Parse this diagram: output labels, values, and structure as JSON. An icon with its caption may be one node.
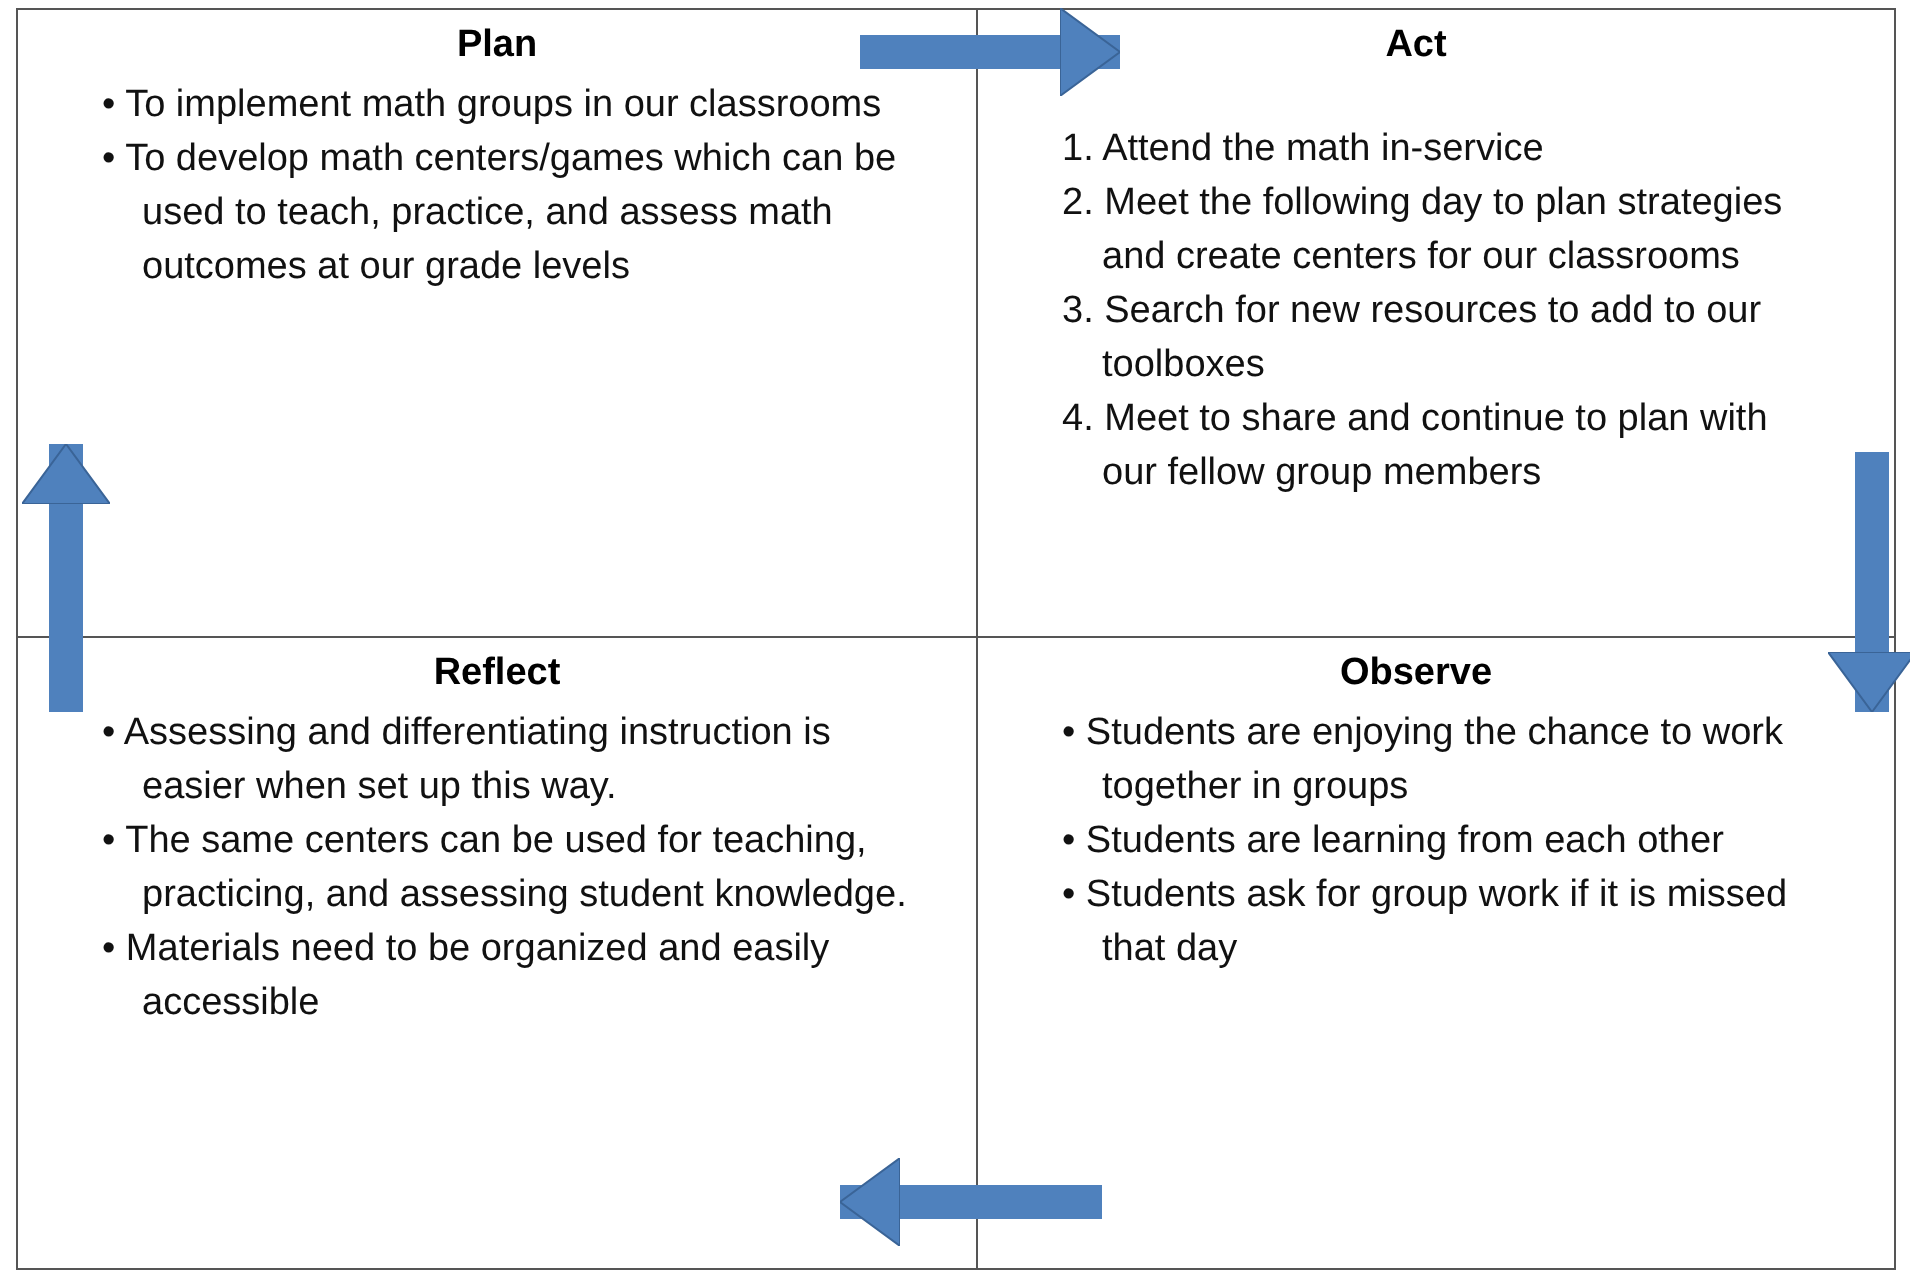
{
  "diagram": {
    "nodes": [
      {
        "text": [
          "Plan",
          "• To implement math groups in our classrooms",
          "• To develop math centers/games which can be used to teach, practice, and assess math outcomes at our grade levels"
        ]
      },
      {
        "text": [
          "Act",
          "1. Attend the math in-service",
          "2. Meet the following day to plan strategies and create centers for our classrooms",
          "3. Search for new resources to add to our toolboxes",
          "4. Meet to share and continue to plan with our fellow group members"
        ]
      },
      {
        "text": [
          "Reflect",
          "• Assessing and differentiating instruction is easier when set up this way.",
          "• The same centers can be used for teaching, practicing, and assessing student knowledge.",
          "• Materials need to be organized and easily accessible"
        ]
      },
      {
        "text": [
          "Observe",
          "• Students are enjoying the chance to work together in groups",
          "• Students are learning from each other",
          "• Students ask for group work if it is missed that day"
        ]
      }
    ],
    "edges": [
      {
        "from": 0,
        "to": 1,
        "arrow": "to"
      },
      {
        "from": 1,
        "to": 3,
        "arrow": "to"
      },
      {
        "from": 3,
        "to": 2,
        "arrow": "to"
      },
      {
        "from": 2,
        "to": 0,
        "arrow": "to"
      }
    ]
  }
}
